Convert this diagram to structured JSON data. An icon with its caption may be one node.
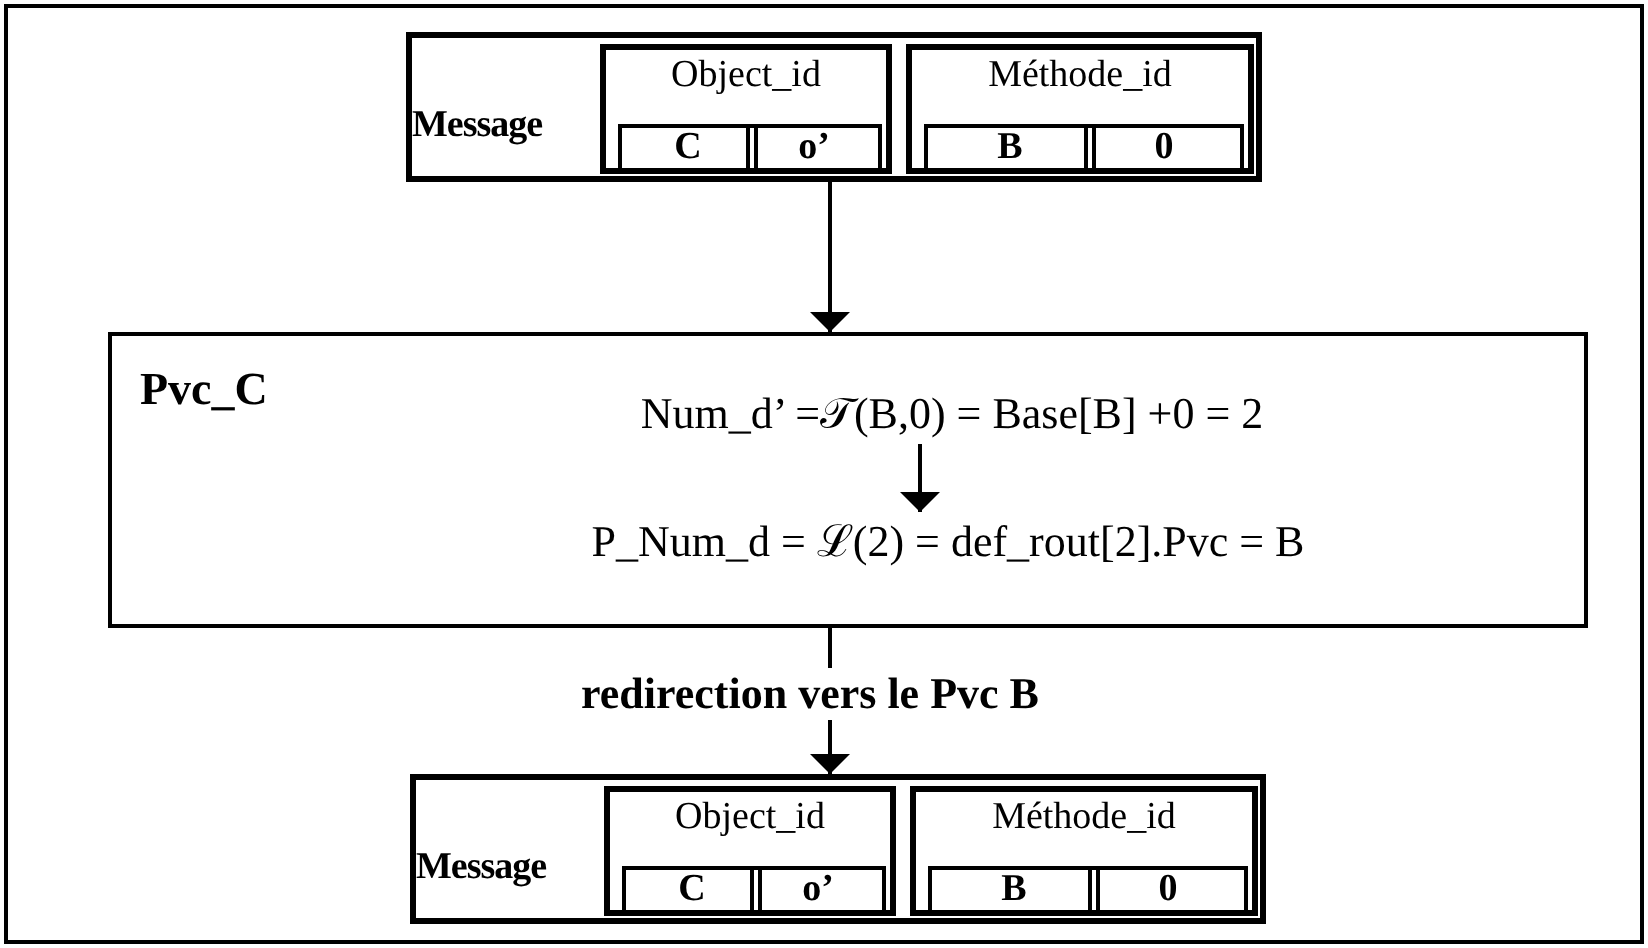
{
  "diagram": {
    "nodes": [
      {
        "text": [
          "Message"
        ]
      },
      {
        "text": [
          "Object_id"
        ],
        "in": 0
      },
      {
        "text": [
          "C"
        ],
        "in": 1
      },
      {
        "text": [
          "o’"
        ],
        "in": 1
      },
      {
        "text": [
          "Méthode_id"
        ],
        "in": 0
      },
      {
        "text": [
          "B"
        ],
        "in": 4
      },
      {
        "text": [
          "0"
        ],
        "in": 4
      },
      {
        "text": [
          "Pvc_C"
        ]
      },
      {
        "text": [
          "Num_d’ =𝒯(B,0) = Base[B] +0 = 2"
        ],
        "in": 7
      },
      {
        "text": [
          "P_Num_d = ℒ(2) = def_rout[2].Pvc = B"
        ],
        "in": 7
      },
      {
        "text": [
          "Message"
        ]
      },
      {
        "text": [
          "Object_id"
        ],
        "in": 10
      },
      {
        "text": [
          "C"
        ],
        "in": 11
      },
      {
        "text": [
          "o’"
        ],
        "in": 11
      },
      {
        "text": [
          "Méthode_id"
        ],
        "in": 10
      },
      {
        "text": [
          "B"
        ],
        "in": 14
      },
      {
        "text": [
          "0"
        ],
        "in": 14
      }
    ],
    "edges": [
      {
        "from": 0,
        "to": 7,
        "arrow": "to"
      },
      {
        "from": 8,
        "to": 9,
        "arrow": "to"
      },
      {
        "from": 7,
        "to": 10,
        "arrow": "to",
        "label": "redirection vers le Pvc B"
      }
    ]
  }
}
